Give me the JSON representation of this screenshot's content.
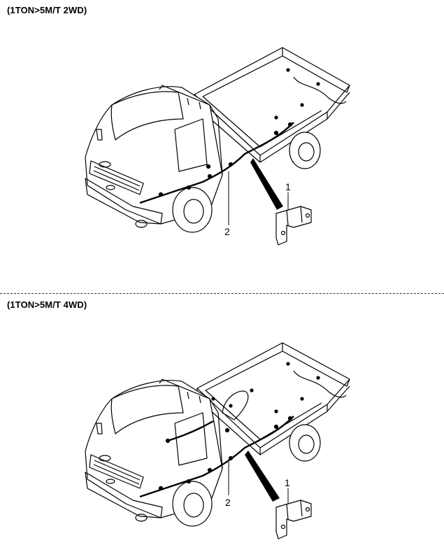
{
  "sections": [
    {
      "title": "(1TON>5M/T 2WD)",
      "callouts": {
        "part1": "1",
        "part2": "2"
      }
    },
    {
      "title": "(1TON>5M/T 4WD)",
      "callouts": {
        "part1": "1",
        "part2": "2"
      }
    }
  ],
  "colors": {
    "line": "#000000",
    "background": "#ffffff"
  }
}
